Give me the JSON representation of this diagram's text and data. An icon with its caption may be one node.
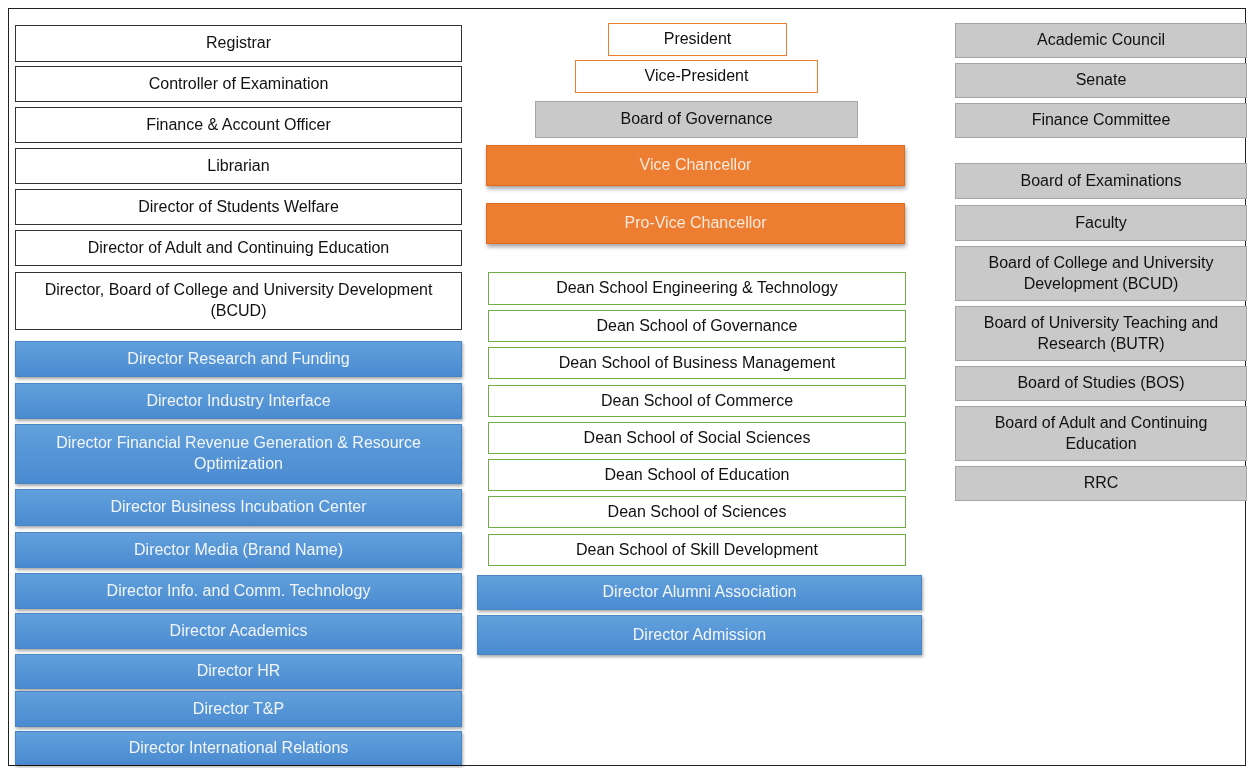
{
  "diagram": {
    "nodes": [
      {
        "text": [
          "Registrar"
        ]
      },
      {
        "text": [
          "Controller of Examination"
        ]
      },
      {
        "text": [
          "Finance & Account Officer"
        ]
      },
      {
        "text": [
          "Librarian"
        ]
      },
      {
        "text": [
          "Director of Students Welfare"
        ]
      },
      {
        "text": [
          "Director of Adult and Continuing Education"
        ]
      },
      {
        "text": [
          "Director, Board of College and University Development (BCUD)"
        ]
      },
      {
        "text": [
          "Director Research and Funding"
        ]
      },
      {
        "text": [
          "Director Industry Interface"
        ]
      },
      {
        "text": [
          "Director Financial Revenue Generation & Resource Optimization"
        ]
      },
      {
        "text": [
          "Director Business Incubation Center"
        ]
      },
      {
        "text": [
          "Director Media (Brand Name)"
        ]
      },
      {
        "text": [
          "Director Info. and Comm. Technology"
        ]
      },
      {
        "text": [
          "Director Academics"
        ]
      },
      {
        "text": [
          "Director HR"
        ]
      },
      {
        "text": [
          "Director T&P"
        ]
      },
      {
        "text": [
          "Director International Relations"
        ]
      },
      {
        "text": [
          "President"
        ]
      },
      {
        "text": [
          "Vice-President"
        ]
      },
      {
        "text": [
          "Board of Governance"
        ]
      },
      {
        "text": [
          "Vice Chancellor"
        ]
      },
      {
        "text": [
          "Pro-Vice Chancellor"
        ]
      },
      {
        "text": [
          "Dean School Engineering & Technology"
        ]
      },
      {
        "text": [
          "Dean School of Governance"
        ]
      },
      {
        "text": [
          "Dean School of Business Management"
        ]
      },
      {
        "text": [
          "Dean School of Commerce"
        ]
      },
      {
        "text": [
          "Dean School of Social Sciences"
        ]
      },
      {
        "text": [
          "Dean School of Education"
        ]
      },
      {
        "text": [
          "Dean School of Sciences"
        ]
      },
      {
        "text": [
          "Dean School of Skill Development"
        ]
      },
      {
        "text": [
          "Director Alumni Association"
        ]
      },
      {
        "text": [
          "Director Admission"
        ]
      },
      {
        "text": [
          "Academic Council"
        ]
      },
      {
        "text": [
          "Senate"
        ]
      },
      {
        "text": [
          "Finance Committee"
        ]
      },
      {
        "text": [
          "Board of Examinations"
        ]
      },
      {
        "text": [
          "Faculty"
        ]
      },
      {
        "text": [
          "Board of College and University Development (BCUD)"
        ]
      },
      {
        "text": [
          "Board of University Teaching and Research (BUTR)"
        ]
      },
      {
        "text": [
          "Board of Studies (BOS)"
        ]
      },
      {
        "text": [
          "Board of Adult and Continuing Education"
        ]
      },
      {
        "text": [
          "RRC"
        ]
      }
    ]
  }
}
